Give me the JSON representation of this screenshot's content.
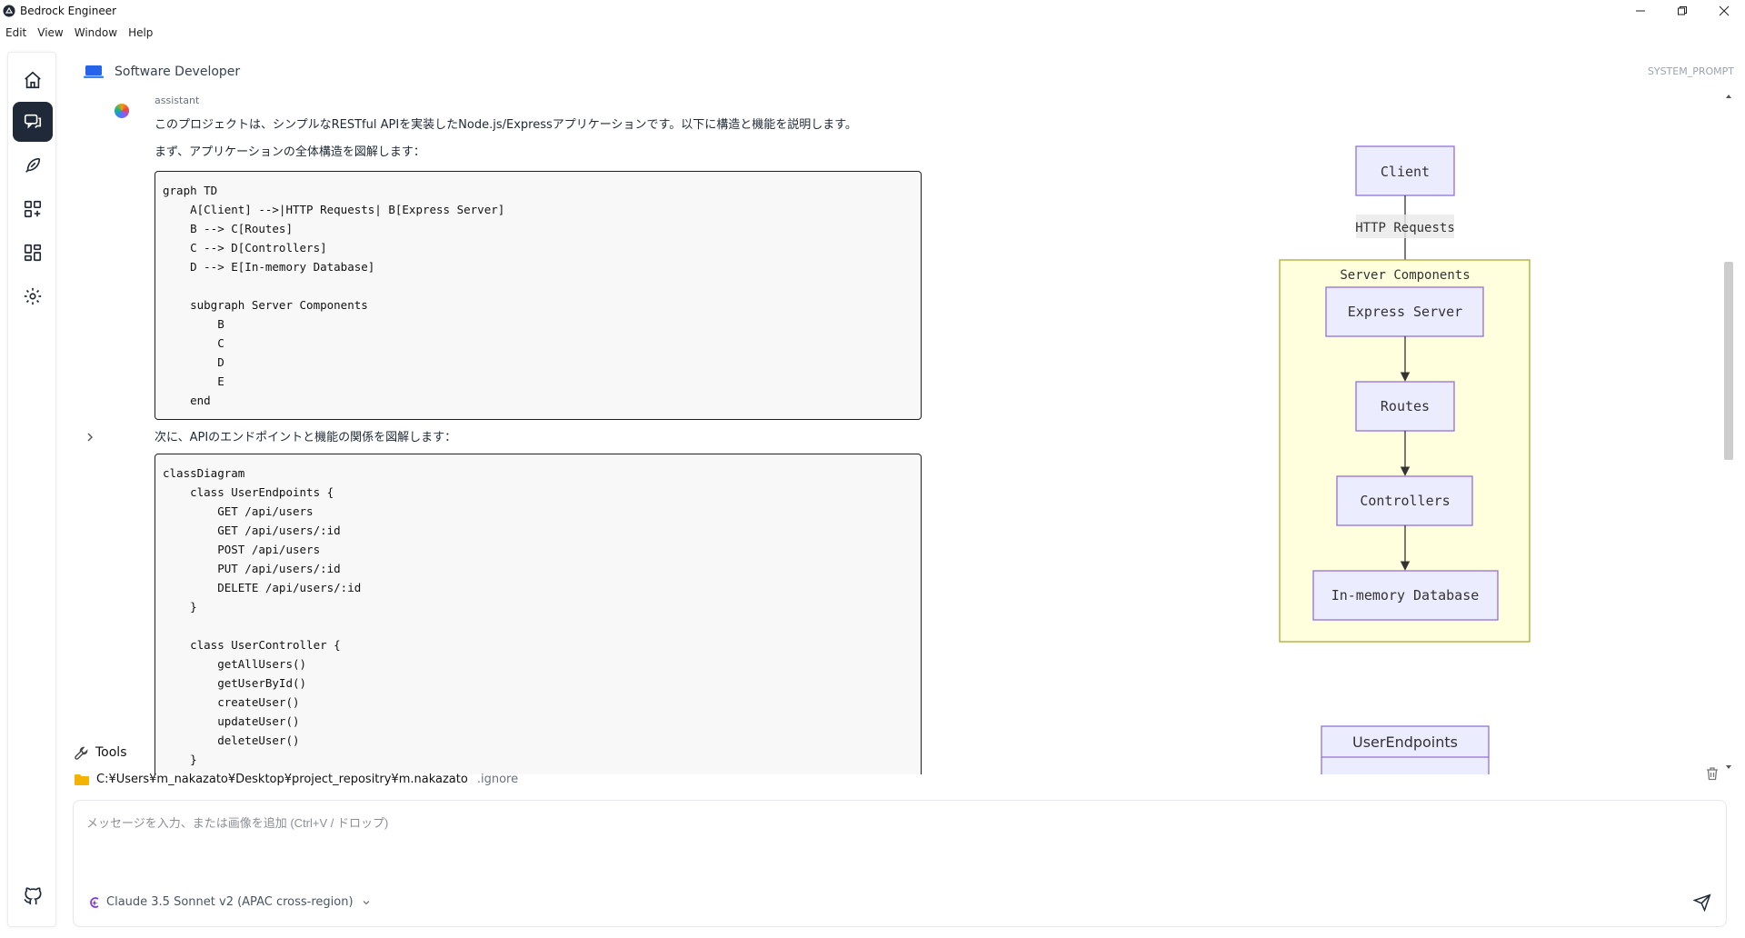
{
  "window": {
    "title": "Bedrock Engineer"
  },
  "menu": [
    "Edit",
    "View",
    "Window",
    "Help"
  ],
  "header": {
    "agent_name": "Software Developer",
    "system_prompt_label": "SYSTEM_PROMPT"
  },
  "message": {
    "role": "assistant",
    "intro": "このプロジェクトは、シンプルなRESTful APIを実装したNode.js/Expressアプリケーションです。以下に構造と機能を説明します。",
    "step1": "まず、アプリケーションの全体構造を図解します：",
    "code1": "graph TD\n    A[Client] -->|HTTP Requests| B[Express Server]\n    B --> C[Routes]\n    C --> D[Controllers]\n    D --> E[In-memory Database]\n\n    subgraph Server Components\n        B\n        C\n        D\n        E\n    end",
    "step2": "次に、APIのエンドポイントと機能の関係を図解します：",
    "code2": "classDiagram\n    class UserEndpoints {\n        GET /api/users\n        GET /api/users/:id\n        POST /api/users\n        PUT /api/users/:id\n        DELETE /api/users/:id\n    }\n\n    class UserController {\n        getAllUsers()\n        getUserById()\n        createUser()\n        updateUser()\n        deleteUser()\n    }"
  },
  "diagram": {
    "client": "Client",
    "edge_label": "HTTP Requests",
    "subgraph_title": "Server Components",
    "express": "Express Server",
    "routes": "Routes",
    "controllers": "Controllers",
    "database": "In-memory Database",
    "class_title": "UserEndpoints"
  },
  "tools": {
    "label": "Tools"
  },
  "workspace": {
    "path": "C:¥Users¥m_nakazato¥Desktop¥project_repositry¥m.nakazato",
    "ignore_label": ".ignore"
  },
  "input": {
    "placeholder": "メッセージを入力、または画像を追加 (Ctrl+V / ドロップ)",
    "value": ""
  },
  "model": {
    "selected": "Claude 3.5 Sonnet v2 (APAC cross-region)"
  },
  "icons": {
    "rail": [
      "home-icon",
      "chat-icon",
      "feather-icon",
      "step-functions-icon",
      "dashboard-icon",
      "settings-icon",
      "github-icon"
    ],
    "accent": "#1f2937",
    "diagram_node_fill": "#ECECFF",
    "diagram_node_stroke": "#9370DB",
    "diagram_subgraph_fill": "#FFFFDE",
    "diagram_subgraph_stroke": "#AAAA33"
  }
}
